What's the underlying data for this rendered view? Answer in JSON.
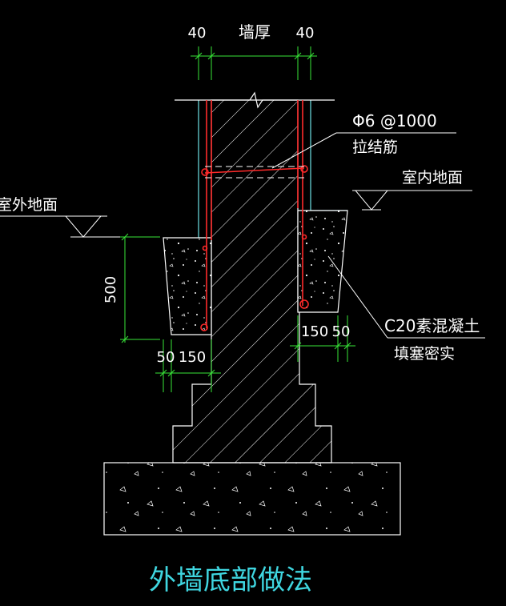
{
  "drawing": {
    "dims": {
      "top_left": "40",
      "top_mid": "墙厚",
      "top_right": "40",
      "vertical": "500",
      "bottom_left_a": "50",
      "bottom_left_b": "150",
      "bottom_right_a": "150",
      "bottom_right_b": "50"
    },
    "labels": {
      "tie_bar_spec": "Φ6 @1000",
      "tie_bar_name": "拉结筋",
      "indoor_ground": "室内地面",
      "outdoor_ground": "室外地面",
      "concrete_grade": "C20素混凝土",
      "concrete_fill": "填塞密实"
    },
    "title": "外墙底部做法",
    "colors": {
      "background": "#000000",
      "lines": "#ffffff",
      "outline": "#6fe3e6",
      "rebar": "#ff2a2a",
      "dimension": "#39e639",
      "title": "#3fd6e0"
    }
  }
}
